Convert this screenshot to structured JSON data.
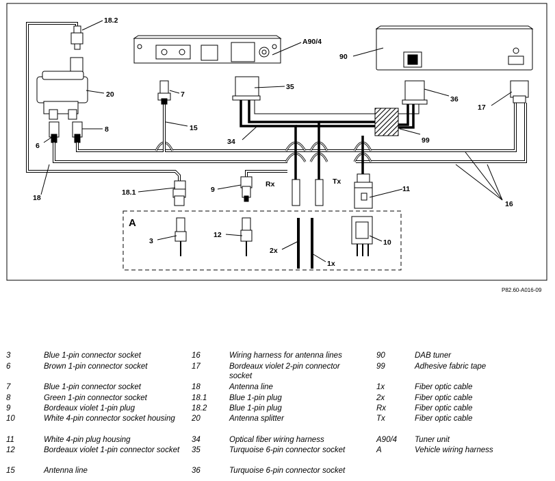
{
  "diagram": {
    "reference": "P82.60-A016-09",
    "callouts": {
      "c18_2": "18.2",
      "a90_4": "A90/4",
      "c90": "90",
      "c20": "20",
      "c7": "7",
      "c35": "35",
      "c36": "36",
      "c17": "17",
      "c8": "8",
      "c6": "6",
      "c15": "15",
      "c34": "34",
      "c99": "99",
      "c18": "18",
      "c18_1": "18.1",
      "c9": "9",
      "rx": "Rx",
      "tx": "Tx",
      "c11": "11",
      "c16": "16",
      "a": "A",
      "c3": "3",
      "c12": "12",
      "c10": "10",
      "c2x": "2x",
      "c1x": "1x"
    }
  },
  "legend": {
    "col1": [
      {
        "key": "3",
        "text": "Blue 1-pin connector socket"
      },
      {
        "key": "6",
        "text": "Brown 1-pin connector socket"
      },
      {
        "key": "7",
        "text": "Blue 1-pin connector socket"
      },
      {
        "key": "8",
        "text": "Green 1-pin connector socket"
      },
      {
        "key": "9",
        "text": "Bordeaux violet 1-pin plug"
      },
      {
        "key": "10",
        "text": "White 4-pin connector socket housing"
      },
      {
        "key": "11",
        "text": "White 4-pin plug housing"
      },
      {
        "key": "12",
        "text": "Bordeaux violet 1-pin connector socket"
      },
      {
        "key": "15",
        "text": "Antenna line"
      }
    ],
    "col2": [
      {
        "key": "16",
        "text": "Wiring harness for antenna lines"
      },
      {
        "key": "17",
        "text": "Bordeaux violet 2-pin connector socket"
      },
      {
        "key": "18",
        "text": "Antenna line"
      },
      {
        "key": "18.1",
        "text": "Blue 1-pin plug"
      },
      {
        "key": "18.2",
        "text": "Blue 1-pin plug"
      },
      {
        "key": "20",
        "text": "Antenna splitter"
      },
      {
        "key": "34",
        "text": "Optical fiber wiring harness"
      },
      {
        "key": "35",
        "text": "Turquoise 6-pin connector socket"
      },
      {
        "key": "36",
        "text": "Turquoise 6-pin connector socket"
      }
    ],
    "col3": [
      {
        "key": "90",
        "text": "DAB tuner"
      },
      {
        "key": "99",
        "text": "Adhesive fabric tape"
      },
      {
        "key": "1x",
        "text": "Fiber optic cable"
      },
      {
        "key": "2x",
        "text": "Fiber optic cable"
      },
      {
        "key": "Rx",
        "text": "Fiber optic cable"
      },
      {
        "key": "Tx",
        "text": "Fiber optic cable"
      },
      {
        "key": "A90/4",
        "text": "Tuner unit"
      },
      {
        "key": "A",
        "text": "Vehicle wiring harness"
      }
    ]
  }
}
